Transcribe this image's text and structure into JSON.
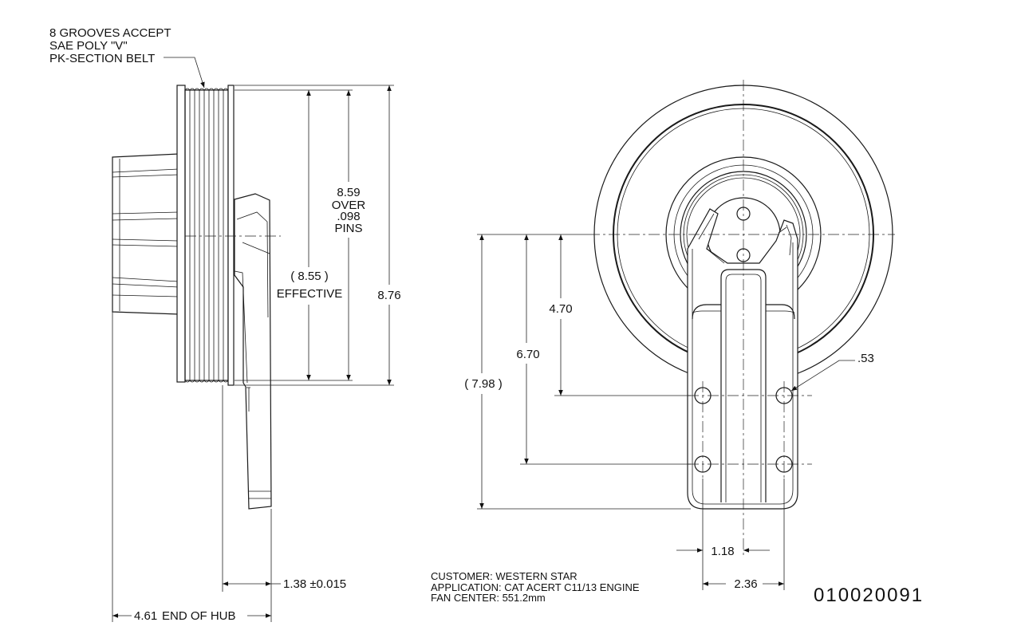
{
  "notes": {
    "grooves_line1": "8 GROOVES  ACCEPT",
    "grooves_line2": "SAE  POLY  \"V\"",
    "grooves_line3": "PK-SECTION  BELT"
  },
  "dimensions": {
    "over_pins_value": "8.59",
    "over_pins_word1": "OVER",
    "over_pins_word2": ".098",
    "over_pins_word3": "PINS",
    "effective_value": "( 8.55 )",
    "effective_word": "EFFECTIVE",
    "outer_diameter": "8.76",
    "hub_offset": "1.38 ±0.015",
    "end_of_hub_value": "4.61",
    "end_of_hub_label": "END OF HUB",
    "height_470": "4.70",
    "height_670": "6.70",
    "height_798": "( 7.98 )",
    "hole_dia": ".53",
    "spacing_118": "1.18",
    "spacing_236": "2.36"
  },
  "info": {
    "customer": "CUSTOMER:  WESTERN STAR",
    "application": "APPLICATION:  CAT ACERT C11/13 ENGINE",
    "fan_center": "FAN CENTER:  551.2mm"
  },
  "part_number": "010020091"
}
